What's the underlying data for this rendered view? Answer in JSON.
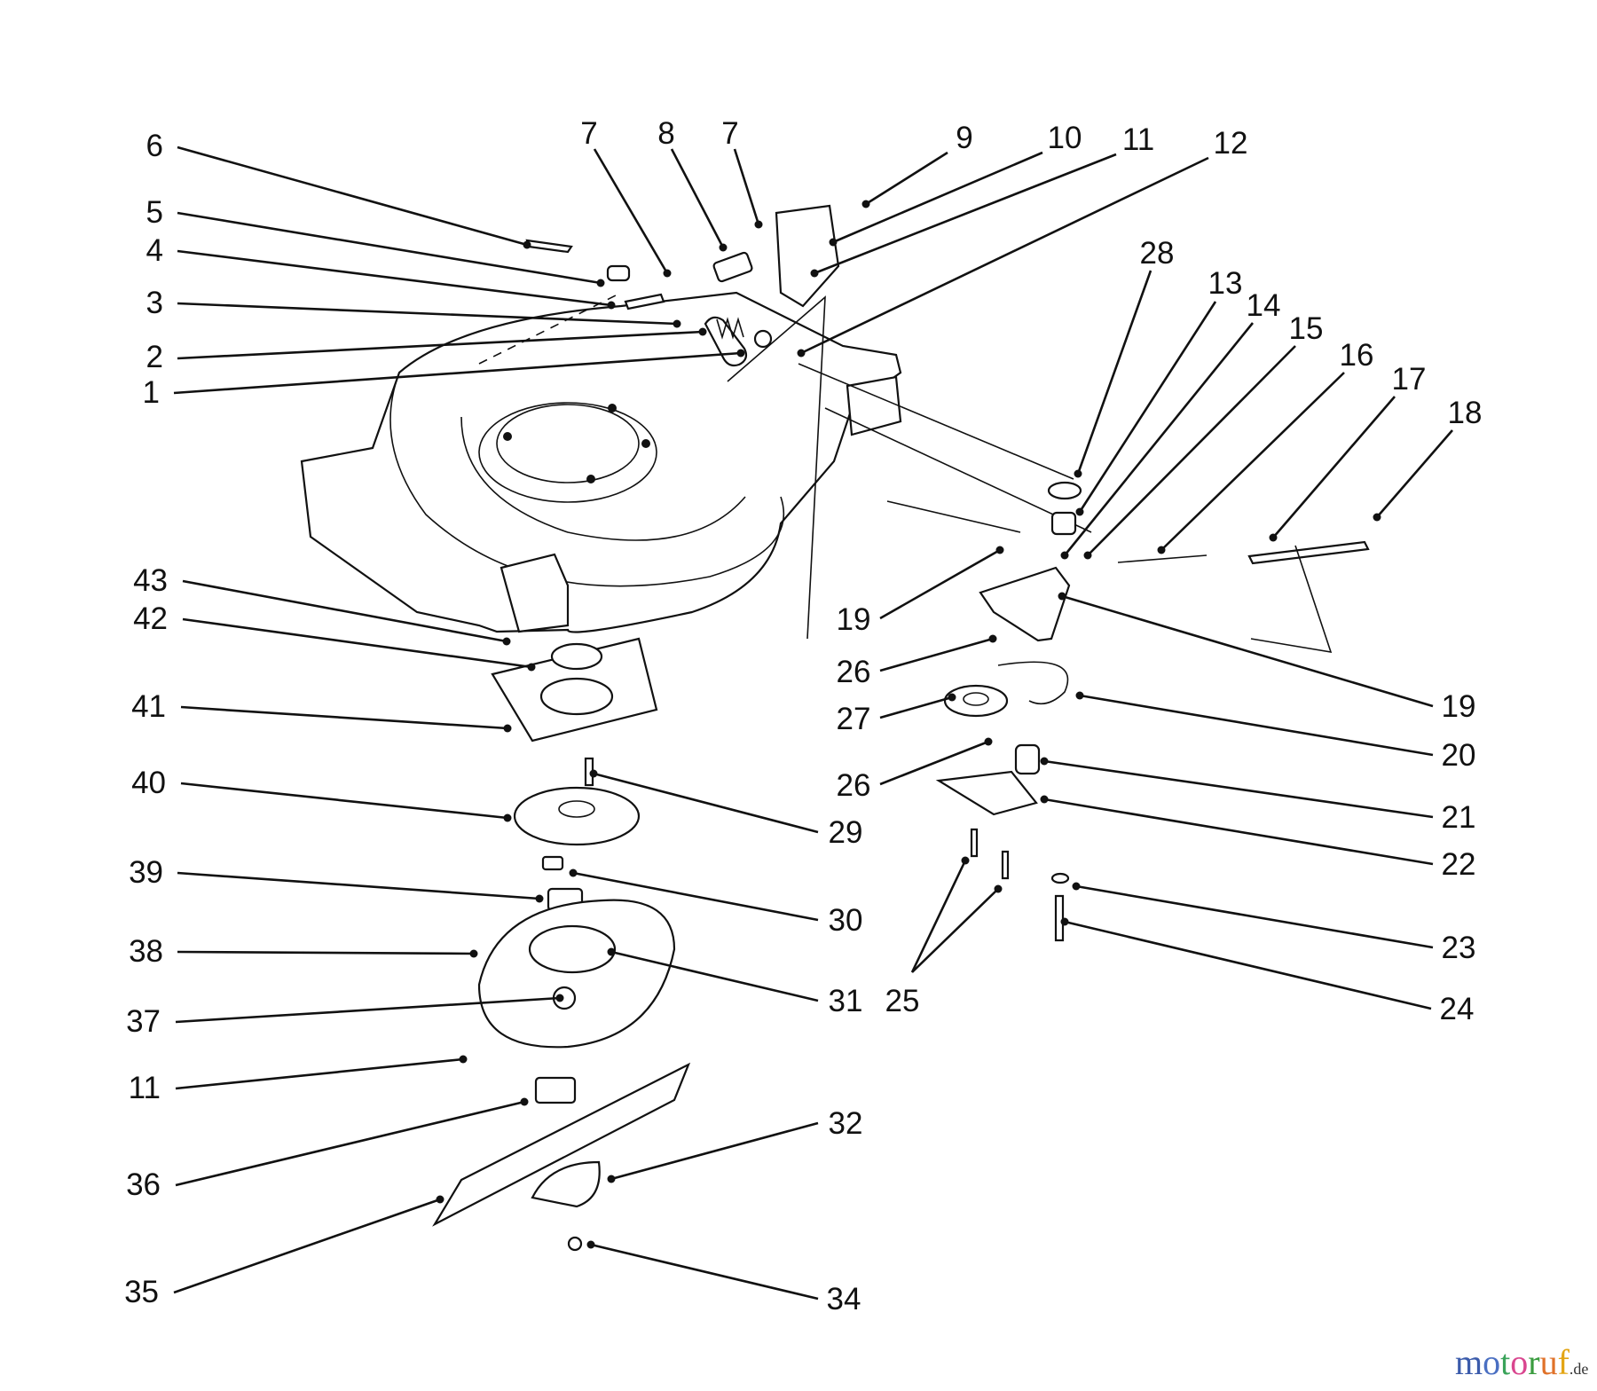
{
  "diagram": {
    "callouts": [
      "6",
      "5",
      "4",
      "3",
      "2",
      "1",
      "7",
      "8",
      "7",
      "9",
      "10",
      "11",
      "12",
      "28",
      "13",
      "14",
      "15",
      "16",
      "17",
      "18",
      "19",
      "19",
      "20",
      "21",
      "22",
      "23",
      "24",
      "25",
      "26",
      "27",
      "26",
      "43",
      "42",
      "41",
      "40",
      "29",
      "39",
      "30",
      "38",
      "31",
      "37",
      "11",
      "36",
      "32",
      "35",
      "34"
    ]
  },
  "watermark": {
    "text": "motoruf",
    "suffix": ".de",
    "letter_colors": [
      "#3b5bab",
      "#4a6fc2",
      "#3aa35a",
      "#d9468f",
      "#3a9c3f",
      "#e0722a",
      "#e3a514"
    ]
  }
}
